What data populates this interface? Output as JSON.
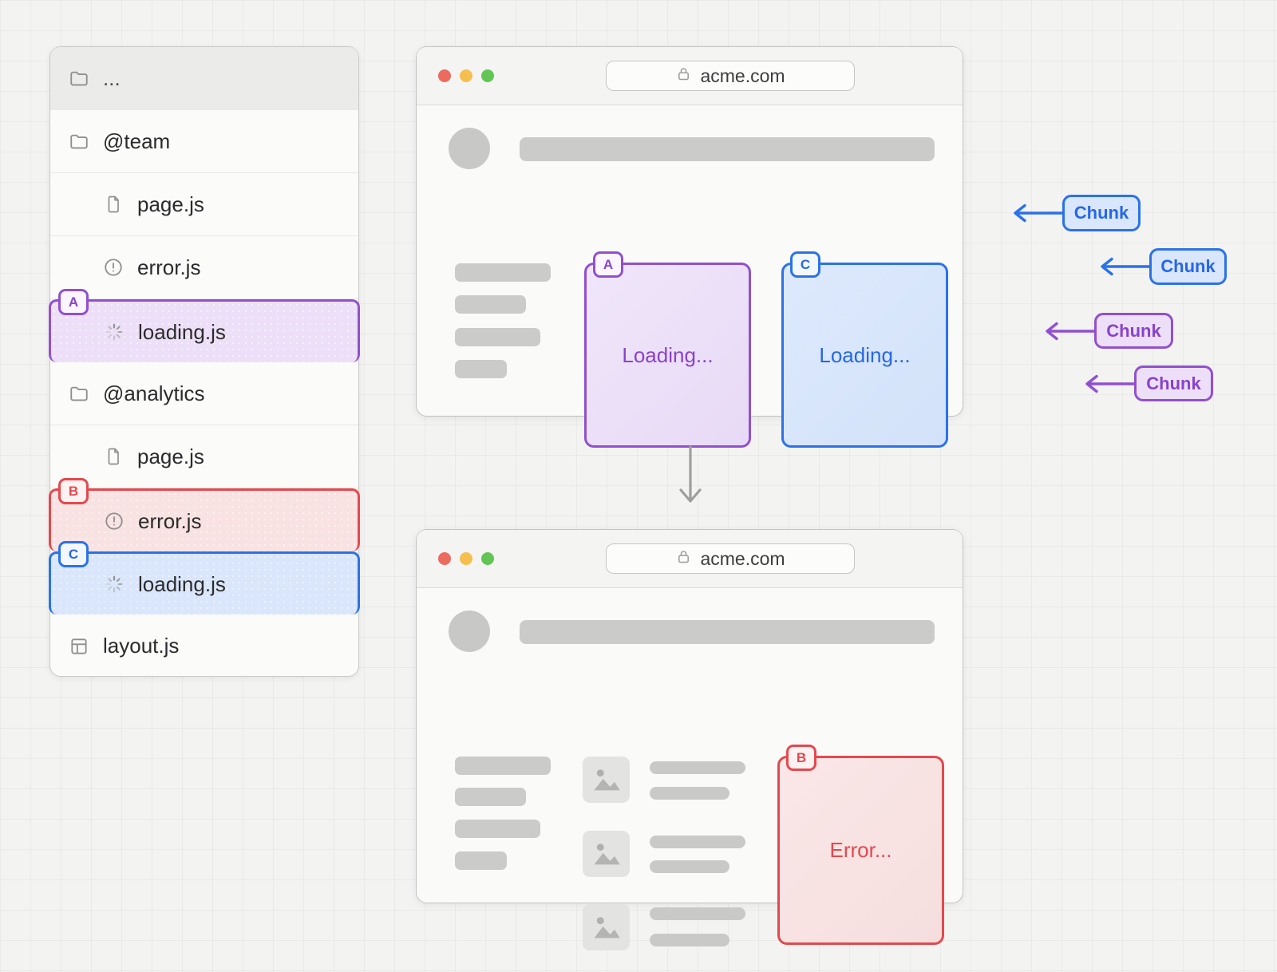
{
  "colors": {
    "purple": {
      "border": "#9150cf",
      "fill": "#ecdff7",
      "text": "#8a42cc"
    },
    "blue": {
      "border": "#2b72e9",
      "fill": "#d9e6fb",
      "text": "#2667e5"
    },
    "red": {
      "border": "#e5484d",
      "fill": "#f8e2e2",
      "text": "#e5484d"
    },
    "traffic_lights": [
      "#ec6a5e",
      "#f5bf4f",
      "#62c554"
    ],
    "skeleton_gray": "#cbcbca",
    "arrow_gray": "#9e9e9d"
  },
  "file_tree": {
    "root_label": "...",
    "items": [
      {
        "label": "@team",
        "icon": "folder"
      },
      {
        "label": "page.js",
        "icon": "file"
      },
      {
        "label": "error.js",
        "icon": "alert-circle"
      },
      {
        "label": "loading.js",
        "icon": "spinner",
        "badge": "A",
        "highlight": "purple"
      },
      {
        "label": "@analytics",
        "icon": "folder"
      },
      {
        "label": "page.js",
        "icon": "file"
      },
      {
        "label": "error.js",
        "icon": "alert-circle",
        "badge": "B",
        "highlight": "red"
      },
      {
        "label": "loading.js",
        "icon": "spinner",
        "badge": "C",
        "highlight": "blue"
      },
      {
        "label": "layout.js",
        "icon": "layout"
      }
    ]
  },
  "browser_loading": {
    "url": "acme.com",
    "slots": [
      {
        "badge": "A",
        "label": "Loading...",
        "color": "purple"
      },
      {
        "badge": "C",
        "label": "Loading...",
        "color": "blue"
      }
    ]
  },
  "browser_error": {
    "url": "acme.com",
    "slot": {
      "badge": "B",
      "label": "Error...",
      "color": "red"
    }
  },
  "chunk_labels": [
    {
      "label": "Chunk",
      "color": "blue"
    },
    {
      "label": "Chunk",
      "color": "blue"
    },
    {
      "label": "Chunk",
      "color": "purple"
    },
    {
      "label": "Chunk",
      "color": "purple"
    }
  ]
}
